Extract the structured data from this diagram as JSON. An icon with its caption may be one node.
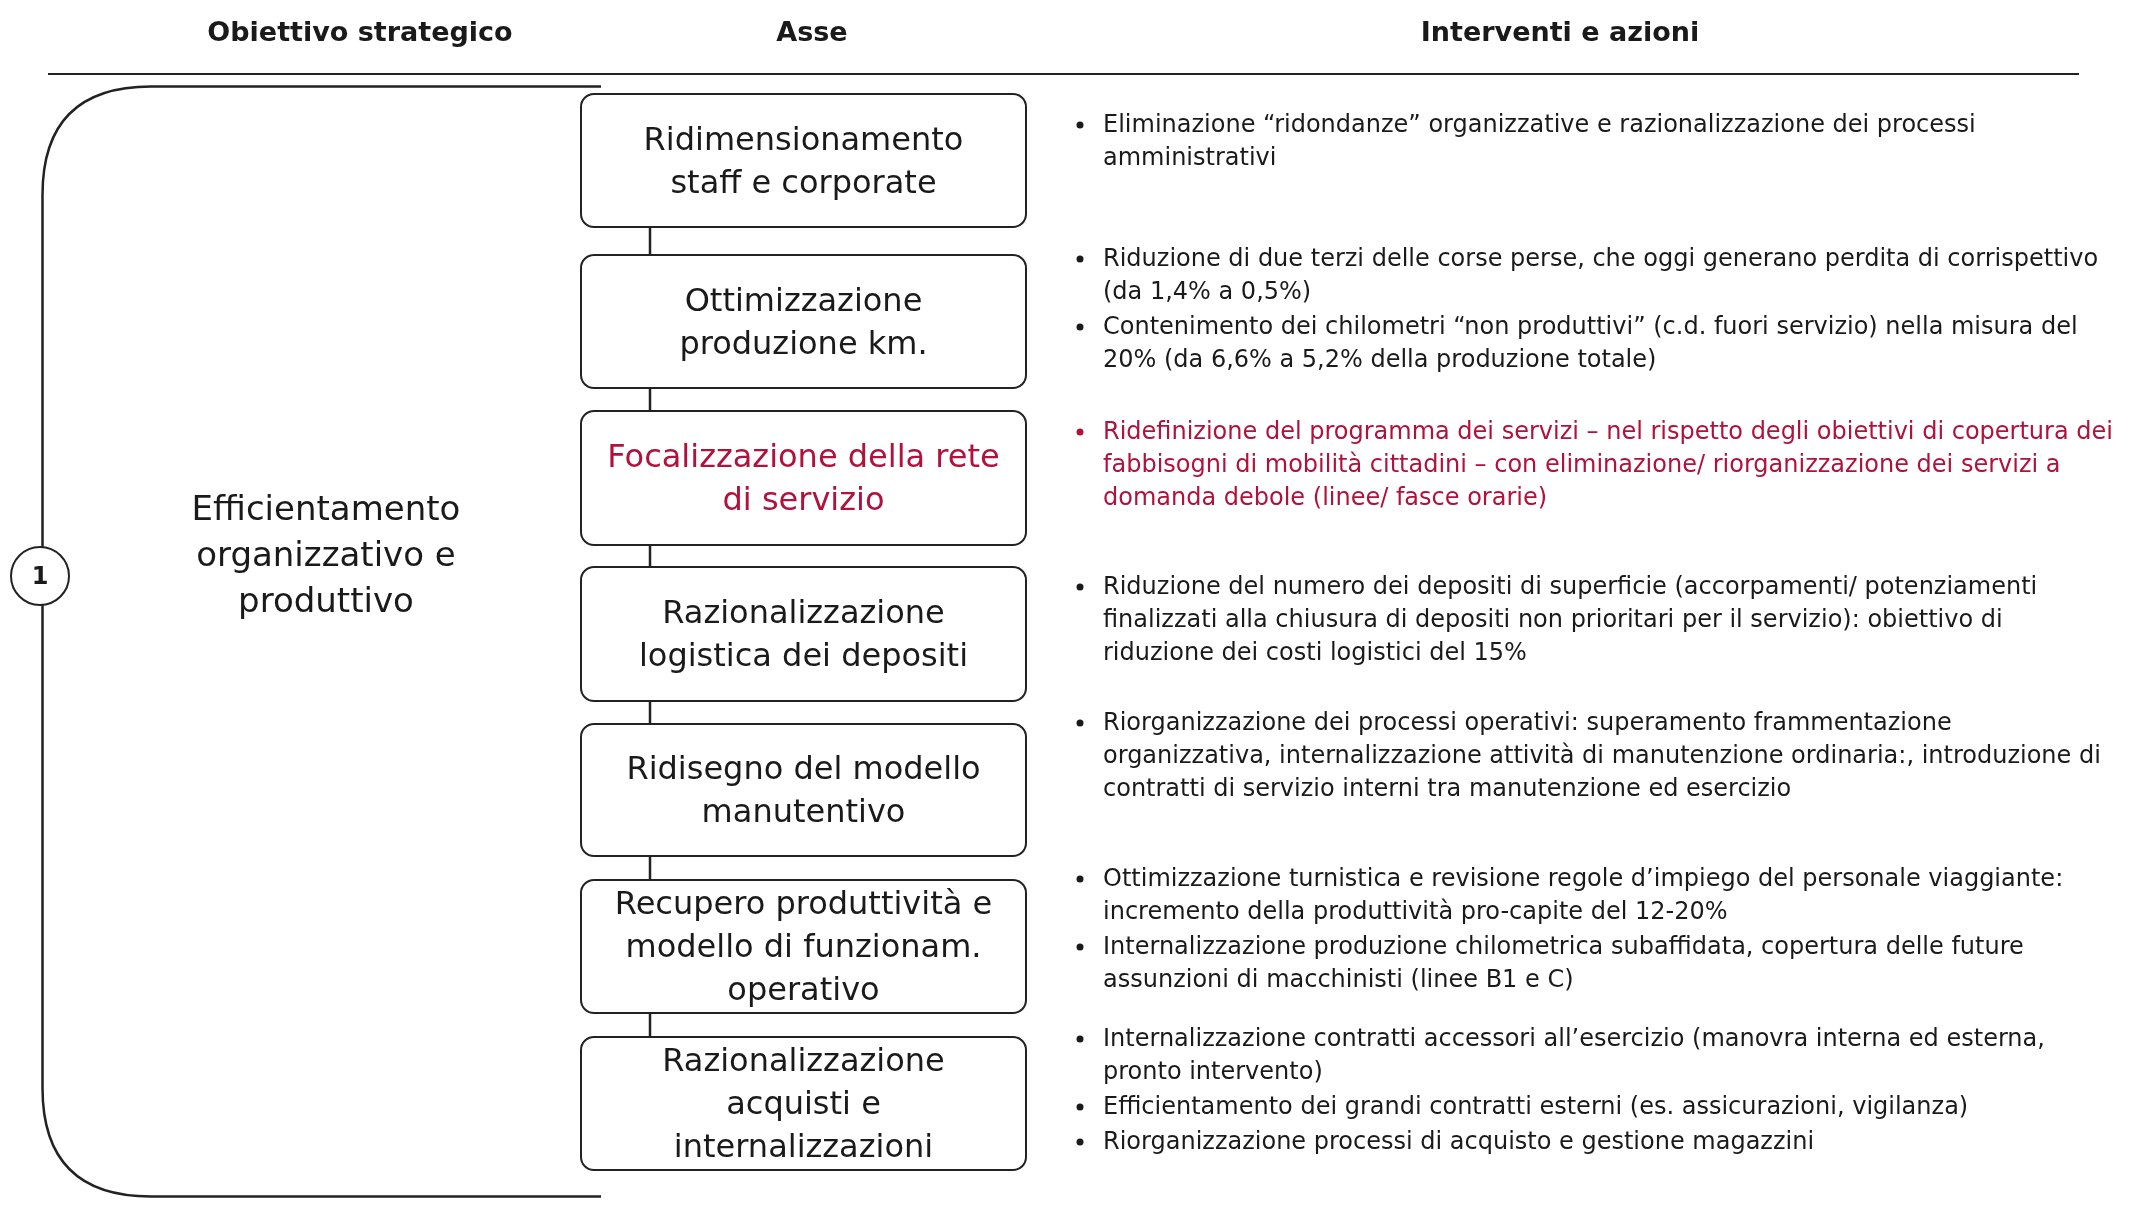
{
  "diagram": {
    "nodes": [
      {
        "text": [
          "1"
        ]
      },
      {
        "text": [
          "Efficientamento organizzativo e produttivo"
        ]
      },
      {
        "text": [
          "Ridimensionamento staff e corporate"
        ],
        "beside": [
          "Eliminazione “ridondanze” organizzative e razionalizzazione dei processi amministrativi"
        ]
      },
      {
        "text": [
          "Ottimizzazione produzione km."
        ],
        "beside": [
          "Riduzione di due terzi delle corse perse, che oggi generano perdita di corrispettivo (da 1,4% a 0,5%)",
          "Contenimento dei chilometri “non produttivi” (c.d. fuori servizio) nella misura del 20% (da 6,6% a 5,2% della produzione totale)"
        ]
      },
      {
        "text": [
          "Focalizzazione della rete di servizio"
        ],
        "beside": [
          "Ridefinizione del programma dei servizi – nel rispetto degli obiettivi di copertura dei fabbisogni di mobilità cittadini – con eliminazione/ riorganizzazione dei servizi a domanda debole (linee/ fasce orarie)"
        ]
      },
      {
        "text": [
          "Razionalizzazione logistica dei depositi"
        ],
        "beside": [
          "Riduzione del numero dei depositi di superficie (accorpamenti/ potenziamenti finalizzati alla chiusura di depositi non prioritari per il servizio): obiettivo di riduzione dei costi logistici del 15%"
        ]
      },
      {
        "text": [
          "Ridisegno del modello manutentivo"
        ],
        "beside": [
          "Riorganizzazione dei processi operativi: superamento frammentazione organizzativa, internalizzazione attività di manutenzione ordinaria:, introduzione di contratti di servizio interni tra manutenzione ed esercizio"
        ]
      },
      {
        "text": [
          "Recupero produttività e modello di funzionam. operativo"
        ],
        "beside": [
          "Ottimizzazione turnistica e revisione regole d’impiego del personale viaggiante: incremento della produttività pro-capite del 12-20%",
          "Internalizzazione produzione chilometrica subaffidata, copertura delle future assunzioni di macchinisti (linee B1 e C)"
        ]
      },
      {
        "text": [
          "Razionalizzazione acquisti e internalizzazioni"
        ],
        "beside": [
          "Internalizzazione contratti accessori all’esercizio (manovra interna ed esterna, pronto intervento)",
          "Efficientamento dei grandi contratti esterni (es. assicurazioni, vigilanza)",
          "Riorganizzazione processi di acquisto e gestione magazzini"
        ]
      }
    ],
    "edges": [
      {
        "from": 2,
        "to": 3,
        "arrow": "none"
      },
      {
        "from": 3,
        "to": 4,
        "arrow": "none"
      },
      {
        "from": 4,
        "to": 5,
        "arrow": "none"
      },
      {
        "from": 5,
        "to": 6,
        "arrow": "none"
      },
      {
        "from": 6,
        "to": 7,
        "arrow": "none"
      },
      {
        "from": 7,
        "to": 8,
        "arrow": "none"
      }
    ],
    "labels": [
      "Obiettivo strategico",
      "Asse",
      "Interventi e azioni"
    ]
  }
}
